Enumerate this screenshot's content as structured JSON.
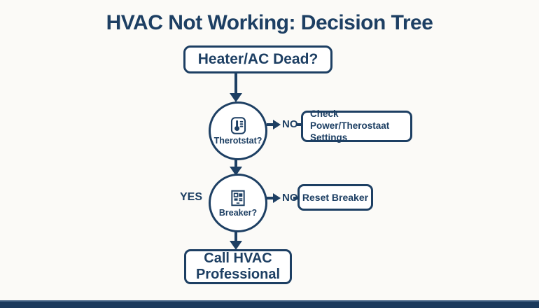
{
  "title": "HVAC Not Working: Decision Tree",
  "colors": {
    "navy": "#1d3f63",
    "footer_bar": "#1b3a5c",
    "background": "#fbfaf7",
    "node_fill": "#ffffff"
  },
  "flow": {
    "root_label": "Heater/AC Dead?",
    "decision1": {
      "label": "Therotstat?",
      "icon": "thermometer-icon",
      "no_label": "NO",
      "action_line1": "Check Power/Therostaat",
      "action_line2": "Settings"
    },
    "decision2": {
      "label": "Breaker?",
      "icon": "breaker-panel-icon",
      "yes_label": "YES",
      "no_label": "NO",
      "action": "Reset Breaker"
    },
    "final_line1": "Call HVAC",
    "final_line2": "Professional"
  }
}
